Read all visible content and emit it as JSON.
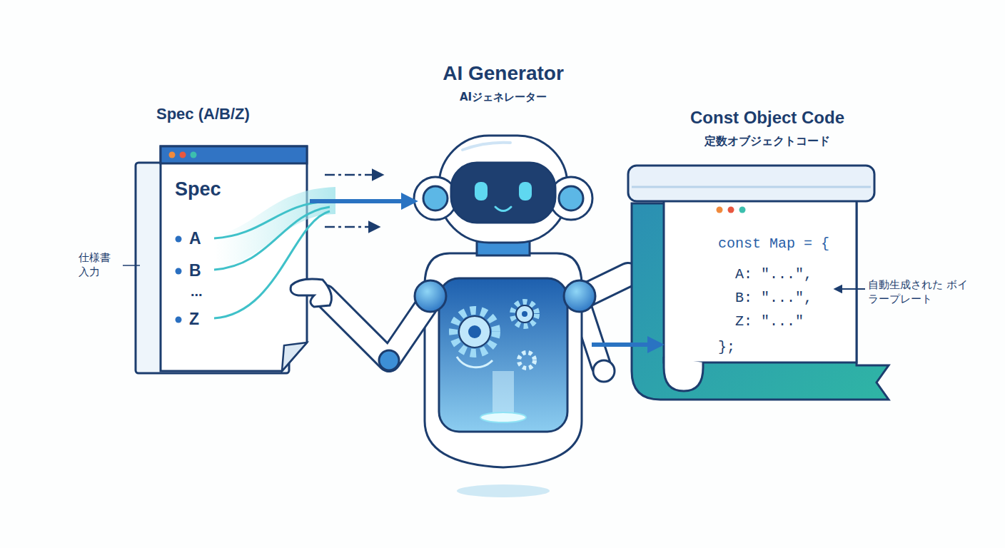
{
  "diagram": {
    "nodes": [
      {
        "text": [
          "Spec (A/B/Z)",
          "Spec",
          "A",
          "B",
          "...",
          "Z"
        ]
      },
      {
        "text": [
          "AI Generator",
          "AIジェネレーター"
        ]
      },
      {
        "text": [
          "Const Object Code",
          "定数オブジェクトコード",
          "const Map = {",
          "A: \"...\",",
          "B: \"...\",",
          "Z: \"...\"",
          "};"
        ]
      }
    ],
    "edges": [
      {
        "from": 0,
        "to": 1,
        "arrow": "to"
      },
      {
        "from": 1,
        "to": 2,
        "arrow": "to"
      }
    ],
    "labels": [
      "仕様書 入力",
      "自動生成された ボイラープレート"
    ]
  }
}
